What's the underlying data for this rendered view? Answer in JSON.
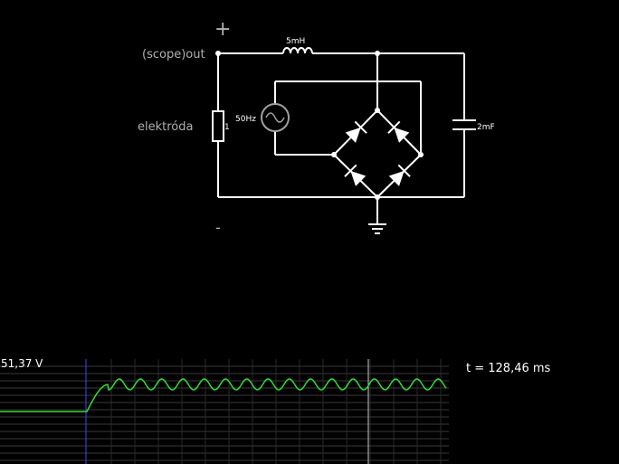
{
  "labels": {
    "plus": "+",
    "minus": "-",
    "scope_out": "(scope)out",
    "electrode": "elektróda",
    "resistor_value": "1",
    "source_freq": "50Hz",
    "inductor_value": "5mH",
    "capacitor_value": "2mF"
  },
  "scope": {
    "voltage_reading": "51,37 V",
    "time_reading": "t = 128,46 ms"
  },
  "colors": {
    "background": "#000000",
    "wire": "#ffffff",
    "source": "#a0a0a0",
    "trace": "#33dd33",
    "grid": "#3a3a3a",
    "cursor": "#4444ff",
    "marker": "#cccccc"
  }
}
